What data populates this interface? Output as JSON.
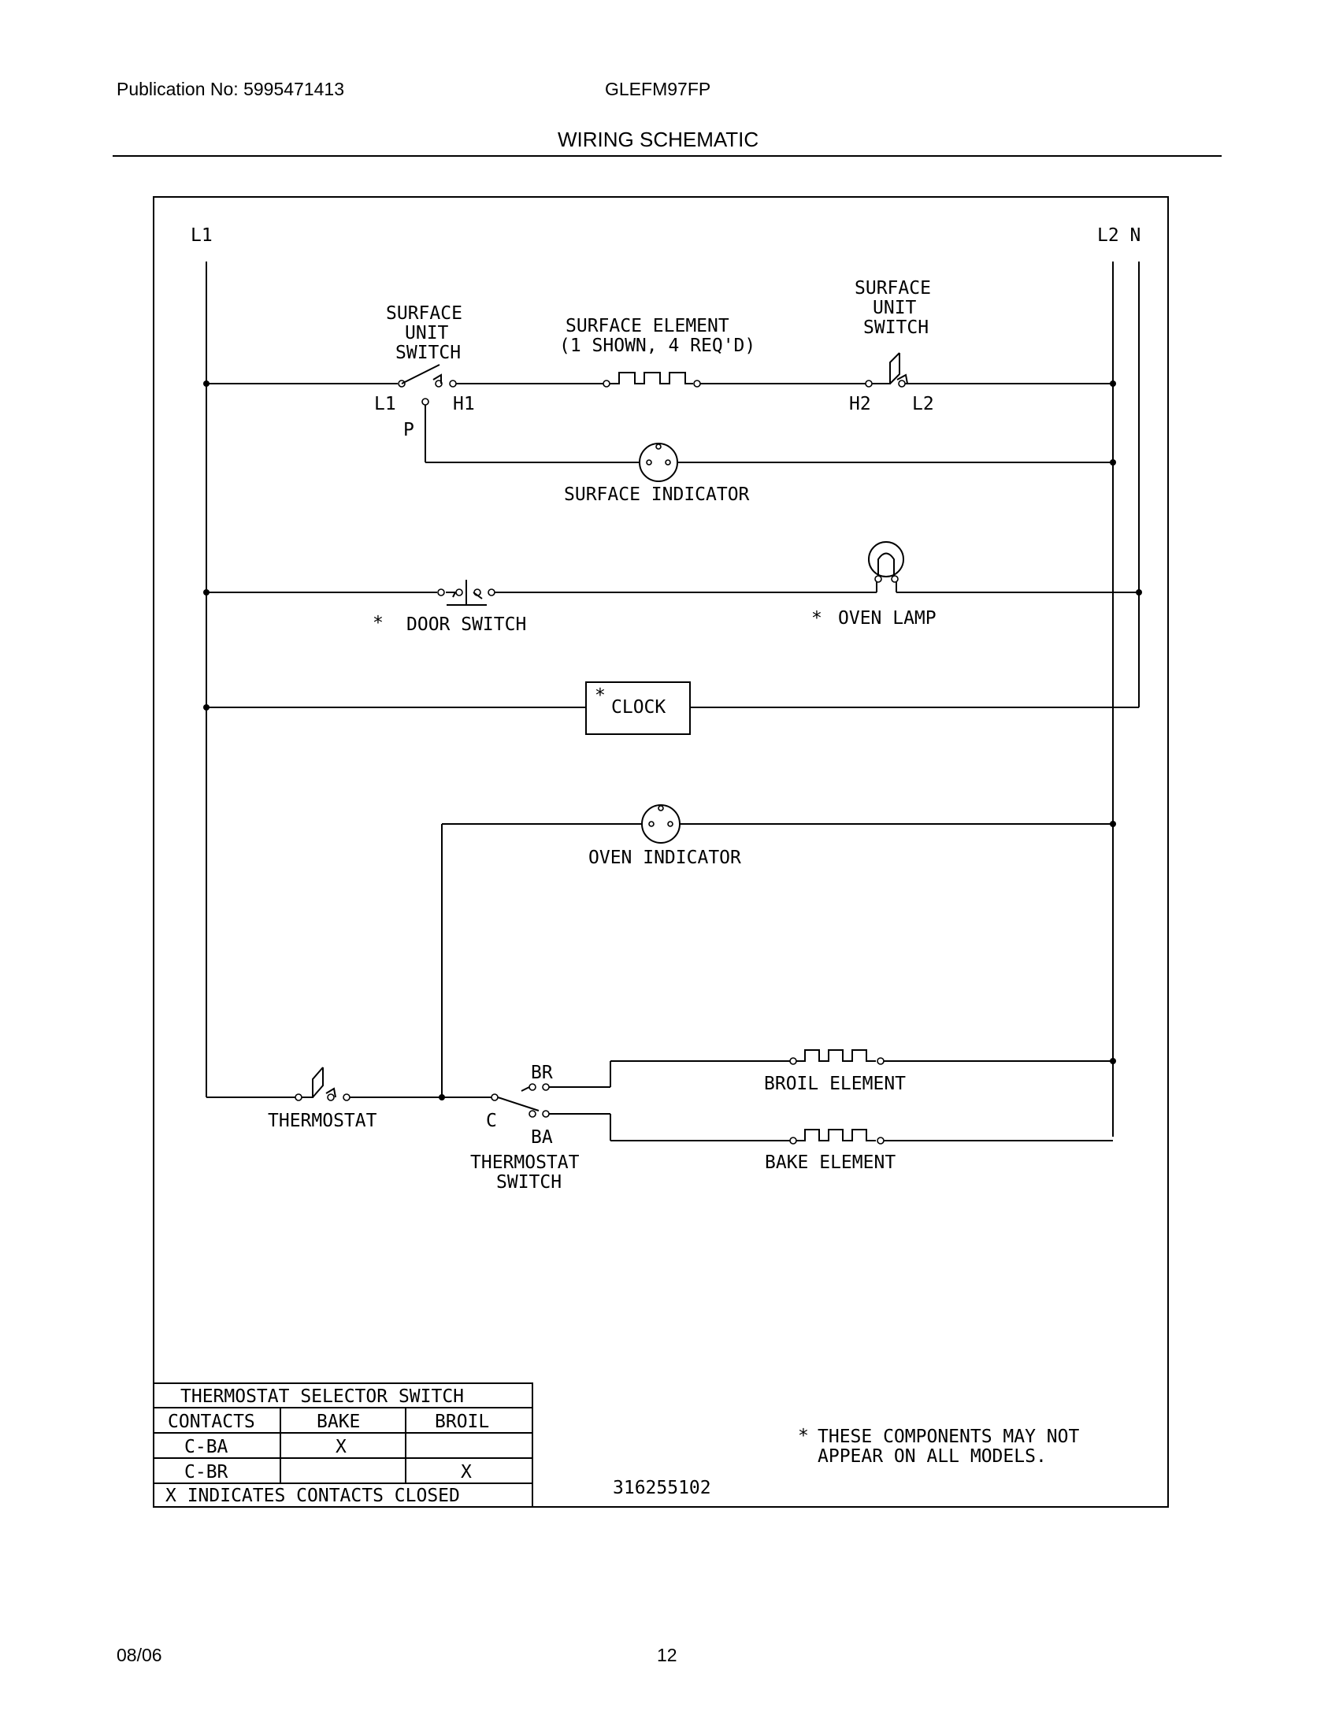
{
  "header": {
    "publication": "Publication No: 5995471413",
    "model": "GLEFM97FP",
    "title": "WIRING SCHEMATIC"
  },
  "footer": {
    "date": "08/06",
    "page": "12"
  },
  "diagram": {
    "rail_left": "L1",
    "rail_right": "L2 N",
    "surface_switch_left": {
      "name_lines": [
        "SURFACE",
        "UNIT",
        "SWITCH"
      ],
      "t1": "L1",
      "t2": "H1",
      "t3": "P"
    },
    "surface_element": {
      "line1": "SURFACE ELEMENT",
      "line2": "(1 SHOWN, 4 REQ'D)"
    },
    "surface_switch_right": {
      "name_lines": [
        "SURFACE",
        "UNIT",
        "SWITCH"
      ],
      "t1": "H2",
      "t2": "L2"
    },
    "surface_indicator": "SURFACE INDICATOR",
    "door_switch": "DOOR SWITCH",
    "oven_lamp": "OVEN LAMP",
    "asterisk": "*",
    "clock": "CLOCK",
    "oven_indicator": "OVEN INDICATOR",
    "thermostat": "THERMOSTAT",
    "thermostat_switch": {
      "name_lines": [
        "THERMOSTAT",
        "SWITCH"
      ],
      "c": "C",
      "br": "BR",
      "ba": "BA"
    },
    "broil_element": "BROIL ELEMENT",
    "bake_element": "BAKE ELEMENT",
    "note": {
      "line1": "THESE COMPONENTS MAY NOT",
      "line2": "APPEAR ON ALL MODELS."
    },
    "part_number": "316255102"
  },
  "selector_table": {
    "title": "THERMOSTAT SELECTOR SWITCH",
    "headers": [
      "CONTACTS",
      "BAKE",
      "BROIL"
    ],
    "rows": [
      [
        "C-BA",
        "X",
        ""
      ],
      [
        "C-BR",
        "",
        "X"
      ]
    ],
    "legend": "X INDICATES CONTACTS CLOSED"
  }
}
